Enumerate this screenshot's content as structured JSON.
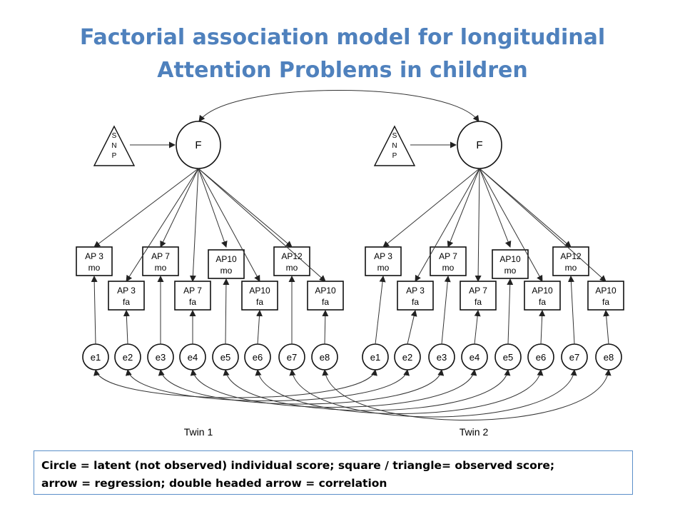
{
  "title": {
    "line1": "Factorial association model for longitudinal",
    "line2": "Attention Problems in children"
  },
  "colors": {
    "title": "#4f81bd",
    "caption_border": "#5b8fc9"
  },
  "twins": [
    {
      "label": "Twin 1",
      "factor": "F",
      "snp": [
        "S",
        "N",
        "P"
      ],
      "mo": [
        [
          "AP 3",
          "mo"
        ],
        [
          "AP 7",
          "mo"
        ],
        [
          "AP10",
          "mo"
        ],
        [
          "AP12",
          "mo"
        ]
      ],
      "fa": [
        [
          "AP 3",
          "fa"
        ],
        [
          "AP 7",
          "fa"
        ],
        [
          "AP10",
          "fa"
        ],
        [
          "AP10",
          "fa"
        ]
      ],
      "errors": [
        "e1",
        "e2",
        "e3",
        "e4",
        "e5",
        "e6",
        "e7",
        "e8"
      ]
    },
    {
      "label": "Twin 2",
      "factor": "F",
      "snp": [
        "S",
        "N",
        "P"
      ],
      "mo": [
        [
          "AP 3",
          "mo"
        ],
        [
          "AP 7",
          "mo"
        ],
        [
          "AP10",
          "mo"
        ],
        [
          "AP12",
          "mo"
        ]
      ],
      "fa": [
        [
          "AP 3",
          "fa"
        ],
        [
          "AP 7",
          "fa"
        ],
        [
          "AP10",
          "fa"
        ],
        [
          "AP10",
          "fa"
        ]
      ],
      "errors": [
        "e1",
        "e2",
        "e3",
        "e4",
        "e5",
        "e6",
        "e7",
        "e8"
      ]
    }
  ],
  "caption": {
    "line1": "Circle = latent (not observed) individual score; square  / triangle= observed score;",
    "line2": "arrow = regression; double headed  arrow = correlation"
  }
}
